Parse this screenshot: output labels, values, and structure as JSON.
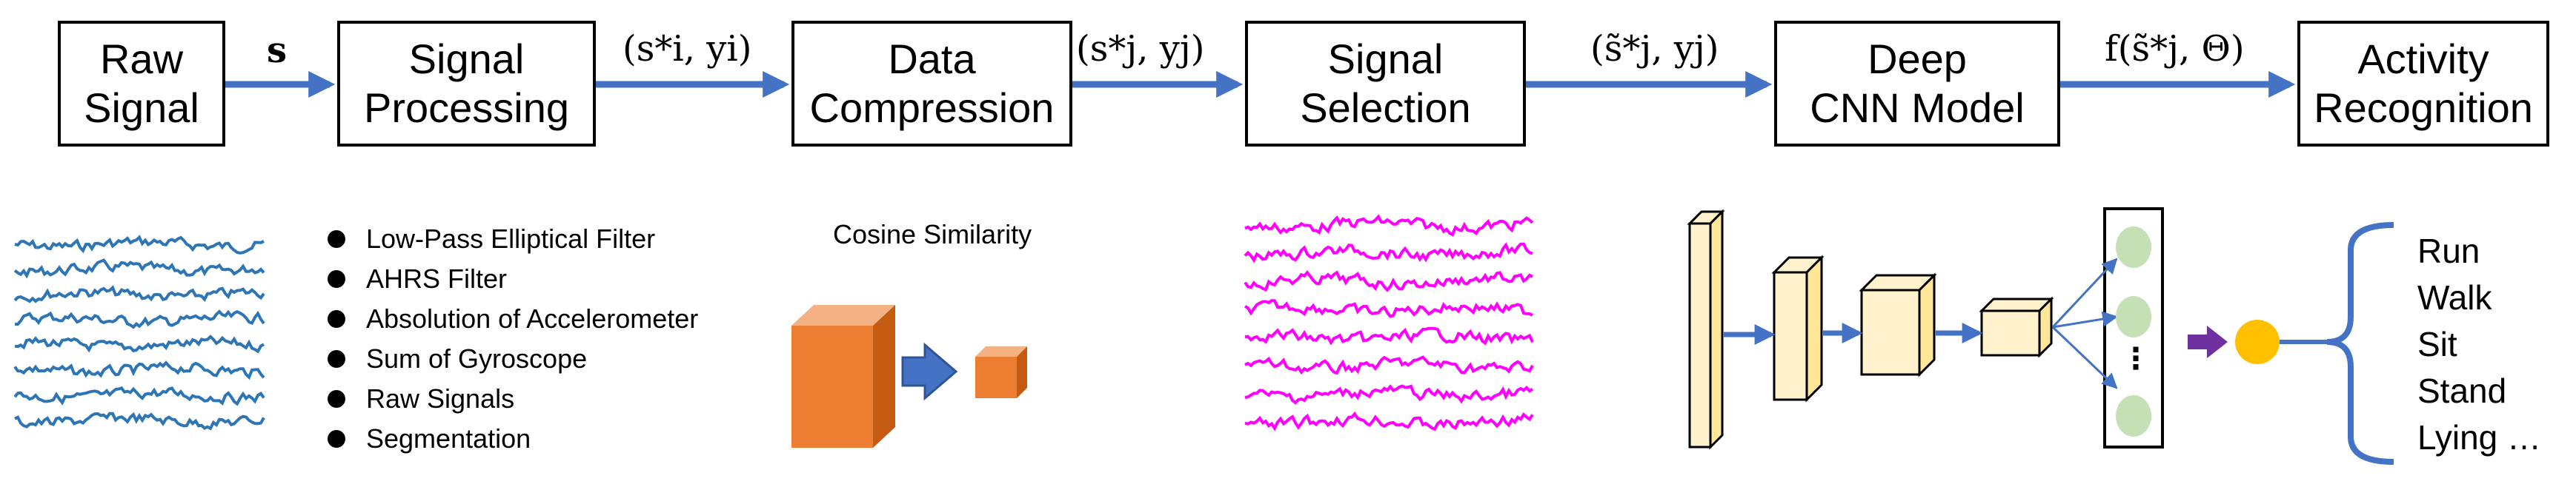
{
  "pipeline": {
    "stages": [
      {
        "line1": "Raw",
        "line2": "Signal"
      },
      {
        "line1": "Signal",
        "line2": "Processing"
      },
      {
        "line1": "Data",
        "line2": "Compression"
      },
      {
        "line1": "Signal",
        "line2": "Selection"
      },
      {
        "line1": "Deep",
        "line2": "CNN Model"
      },
      {
        "line1": "Activity",
        "line2": "Recognition"
      }
    ],
    "arrow_labels": [
      "s",
      "(s*i, yi)",
      "(s*j, yj)",
      "(s̃*j, yj)",
      "f(s̃*j, Θ)"
    ]
  },
  "processing_steps": [
    "Low-Pass Elliptical Filter",
    "AHRS Filter",
    "Absolution of Accelerometer",
    "Sum of Gyroscope",
    "Raw Signals",
    "Segmentation"
  ],
  "compression": {
    "caption": "Cosine Similarity"
  },
  "activities": [
    "Run",
    "Walk",
    "Sit",
    "Stand",
    "Lying …"
  ],
  "network": {
    "ellipsis": "⋮"
  },
  "colors": {
    "arrow": "#4472C4",
    "raw_signal": "#2E75B6",
    "selected_signal": "#FF00FF",
    "cube_front": "#ED7D31",
    "cube_side": "#C55A11",
    "layer_fill": "#FFF2CC",
    "node_fill": "#C5E0B4",
    "output_node": "#FFC000",
    "output_arrow": "#7030A0"
  }
}
